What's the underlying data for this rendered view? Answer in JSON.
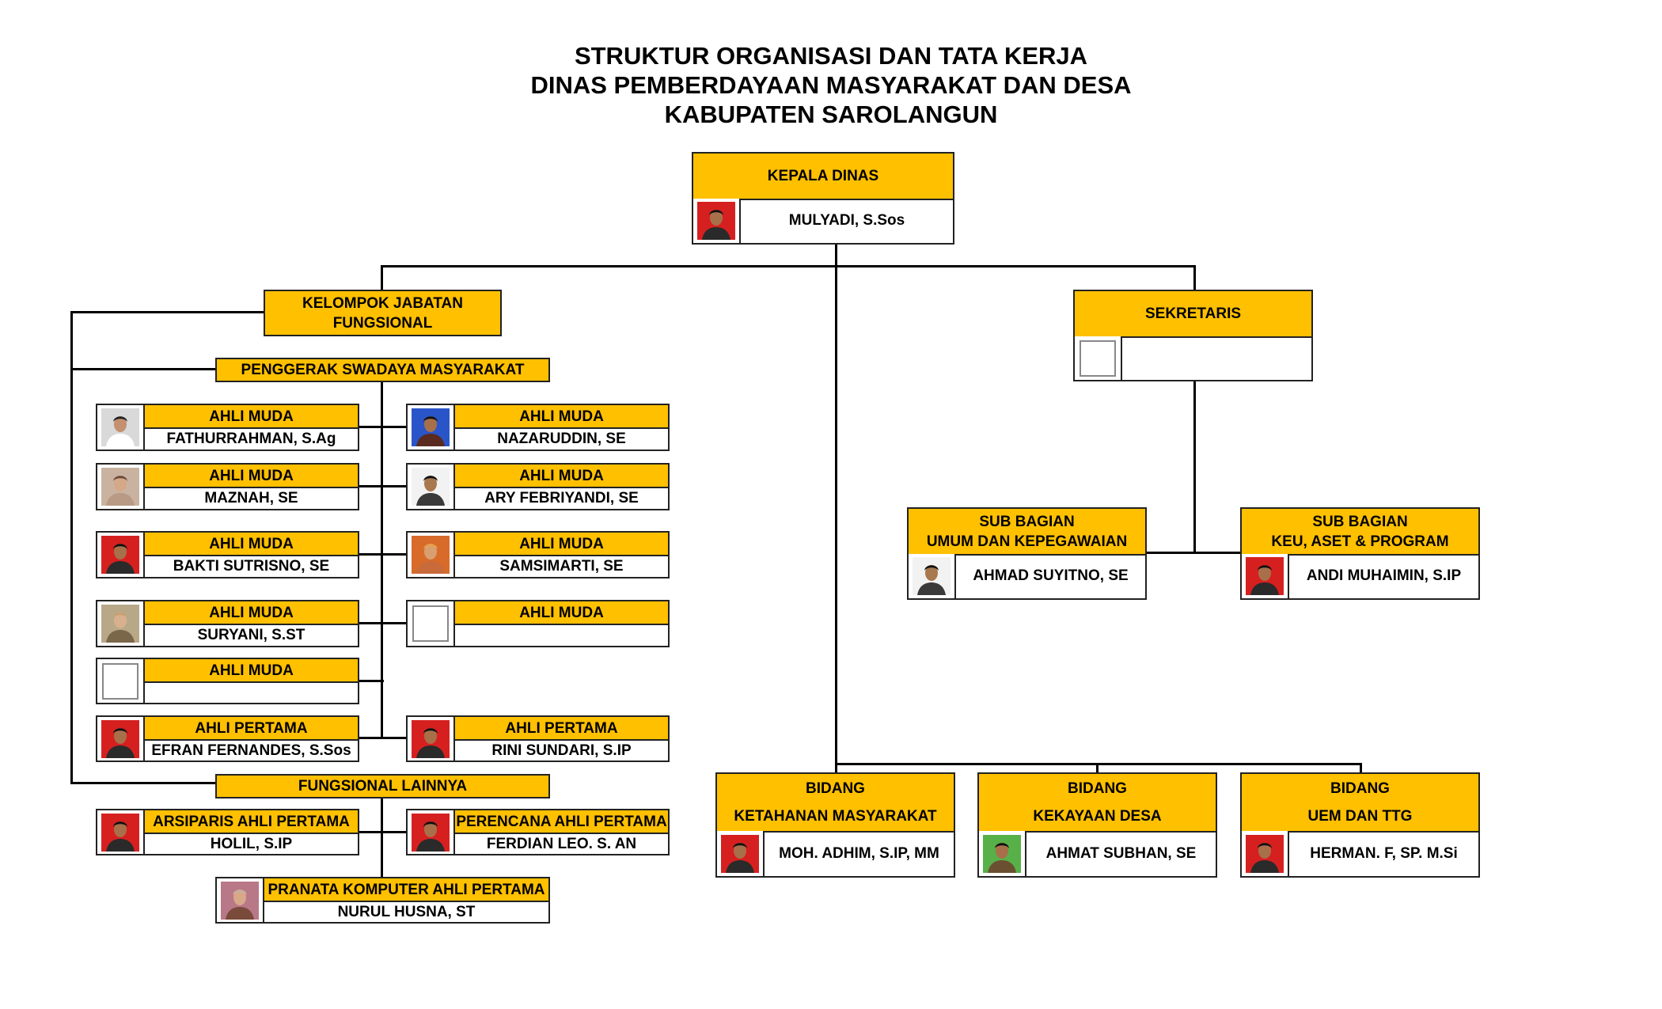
{
  "title": {
    "line1": "STRUKTUR ORGANISASI DAN TATA KERJA",
    "line2": "DINAS PEMBERDAYAAN MASYARAKAT DAN DESA",
    "line3": "KABUPATEN SAROLANGUN"
  },
  "kepala": {
    "header": "KEPALA DINAS",
    "name": "MULYADI, S.Sos",
    "photo": "portrait-red"
  },
  "kelompok": {
    "line1": "KELOMPOK JABATAN",
    "line2": "FUNGSIONAL"
  },
  "sekretaris": {
    "header": "SEKRETARIS",
    "name": ""
  },
  "penggerak": {
    "label": "PENGGERAK SWADAYA MASYARAKAT"
  },
  "fungsional_lainnya": {
    "label": "FUNGSIONAL LAINNYA"
  },
  "left_col": [
    {
      "title": "AHLI MUDA",
      "name": "FATHURRAHMAN, S.Ag",
      "photo": "portrait-grey"
    },
    {
      "title": "AHLI MUDA",
      "name": "MAZNAH, SE",
      "photo": "portrait-beige"
    },
    {
      "title": "AHLI MUDA",
      "name": "BAKTI SUTRISNO, SE",
      "photo": "portrait-red"
    },
    {
      "title": "AHLI MUDA",
      "name": "SURYANI, S.ST",
      "photo": "portrait-khaki"
    },
    {
      "title": "AHLI MUDA",
      "name": "",
      "photo": "empty"
    },
    {
      "title": "AHLI PERTAMA",
      "name": "EFRAN FERNANDES, S.Sos",
      "photo": "portrait-red"
    }
  ],
  "right_col": [
    {
      "title": "AHLI MUDA",
      "name": "NAZARUDDIN, SE",
      "photo": "portrait-blue"
    },
    {
      "title": "AHLI MUDA",
      "name": "ARY FEBRIYANDI, SE",
      "photo": "portrait-white"
    },
    {
      "title": "AHLI MUDA",
      "name": "SAMSIMARTI, SE",
      "photo": "portrait-orange"
    },
    {
      "title": "AHLI MUDA",
      "name": "",
      "photo": "empty"
    },
    {
      "title": "AHLI PERTAMA",
      "name": "RINI SUNDARI, S.IP",
      "photo": "portrait-red"
    }
  ],
  "lainnya": [
    {
      "title": "ARSIPARIS AHLI PERTAMA",
      "name": "HOLIL, S.IP",
      "photo": "portrait-red"
    },
    {
      "title": "PERENCANA AHLI PERTAMA",
      "name": "FERDIAN LEO. S. AN",
      "photo": "portrait-red"
    },
    {
      "title": "PRANATA KOMPUTER AHLI PERTAMA",
      "name": "NURUL HUSNA, ST",
      "photo": "portrait-pink"
    }
  ],
  "subbagian": [
    {
      "line1": "SUB BAGIAN",
      "line2": "UMUM DAN KEPEGAWAIAN",
      "name": "AHMAD SUYITNO, SE",
      "photo": "portrait-white"
    },
    {
      "line1": "SUB BAGIAN",
      "line2": "KEU, ASET & PROGRAM",
      "name": "ANDI MUHAIMIN, S.IP",
      "photo": "portrait-red"
    }
  ],
  "bidang": [
    {
      "line1": "BIDANG",
      "line2": "KETAHANAN MASYARAKAT",
      "name": "MOH. ADHIM, S.IP, MM",
      "photo": "portrait-red"
    },
    {
      "line1": "BIDANG",
      "line2": "KEKAYAAN DESA",
      "name": "AHMAT SUBHAN, SE",
      "photo": "portrait-green"
    },
    {
      "line1": "BIDANG",
      "line2": "UEM DAN TTG",
      "name": "HERMAN. F, SP. M.Si",
      "photo": "portrait-red"
    }
  ],
  "colors": {
    "header_fill": "#FFC000",
    "line": "#000000"
  }
}
